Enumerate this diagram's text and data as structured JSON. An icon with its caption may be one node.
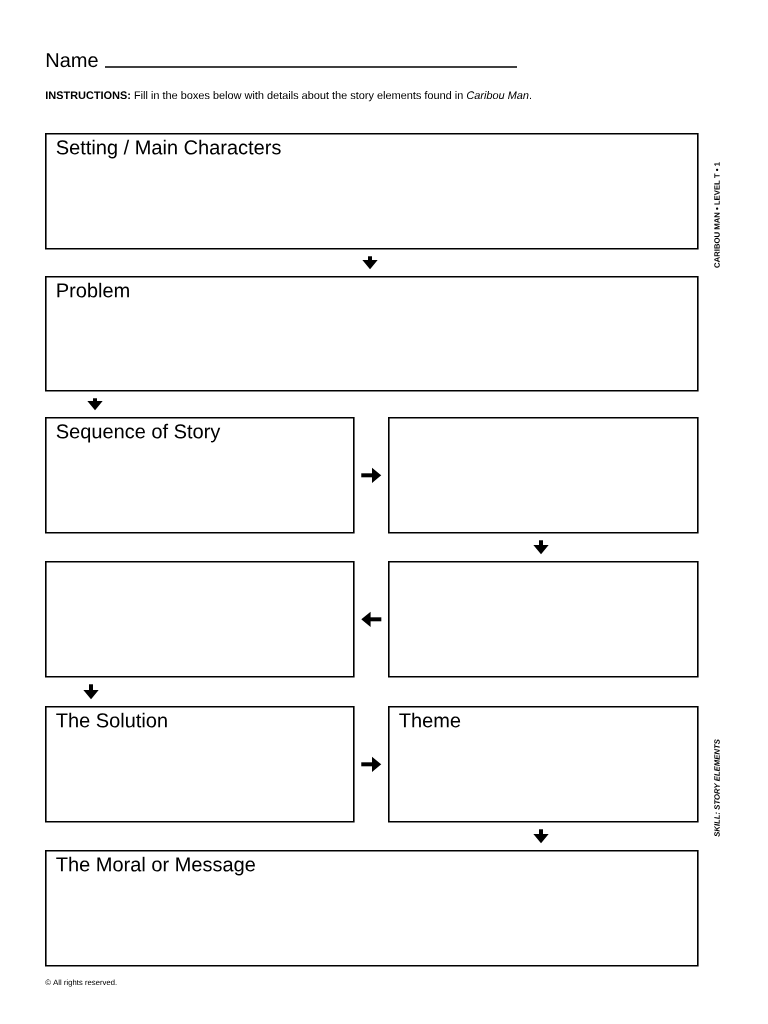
{
  "diagram": {
    "nodes": [
      {
        "text": [
          "Setting / Main Characters"
        ]
      },
      {
        "text": [
          "Problem"
        ]
      },
      {
        "text": [
          "Sequence of Story"
        ]
      },
      {
        "text": [],
        "shape": "box"
      },
      {
        "text": [],
        "shape": "box"
      },
      {
        "text": [],
        "shape": "box"
      },
      {
        "text": [
          "The Solution"
        ]
      },
      {
        "text": [
          "Theme"
        ]
      },
      {
        "text": [
          "The Moral or Message"
        ]
      }
    ],
    "edges": [
      {
        "from": 0,
        "to": 1,
        "arrow": "to"
      },
      {
        "from": 1,
        "to": 2,
        "arrow": "to"
      },
      {
        "from": 2,
        "to": 3,
        "arrow": "to"
      },
      {
        "from": 3,
        "to": 5,
        "arrow": "to"
      },
      {
        "from": 5,
        "to": 4,
        "arrow": "to"
      },
      {
        "from": 4,
        "to": 6,
        "arrow": "to"
      },
      {
        "from": 6,
        "to": 7,
        "arrow": "to"
      },
      {
        "from": 7,
        "to": 8,
        "arrow": "to"
      }
    ],
    "labels": [
      "Name",
      "**INSTRUCTIONS:** Fill in the boxes below with details about the story elements found in *Caribou Man*.",
      "CARIBOU MAN • LEVEL T • 1",
      "SKILL: STORY ELEMENTS",
      "© All rights reserved."
    ]
  }
}
